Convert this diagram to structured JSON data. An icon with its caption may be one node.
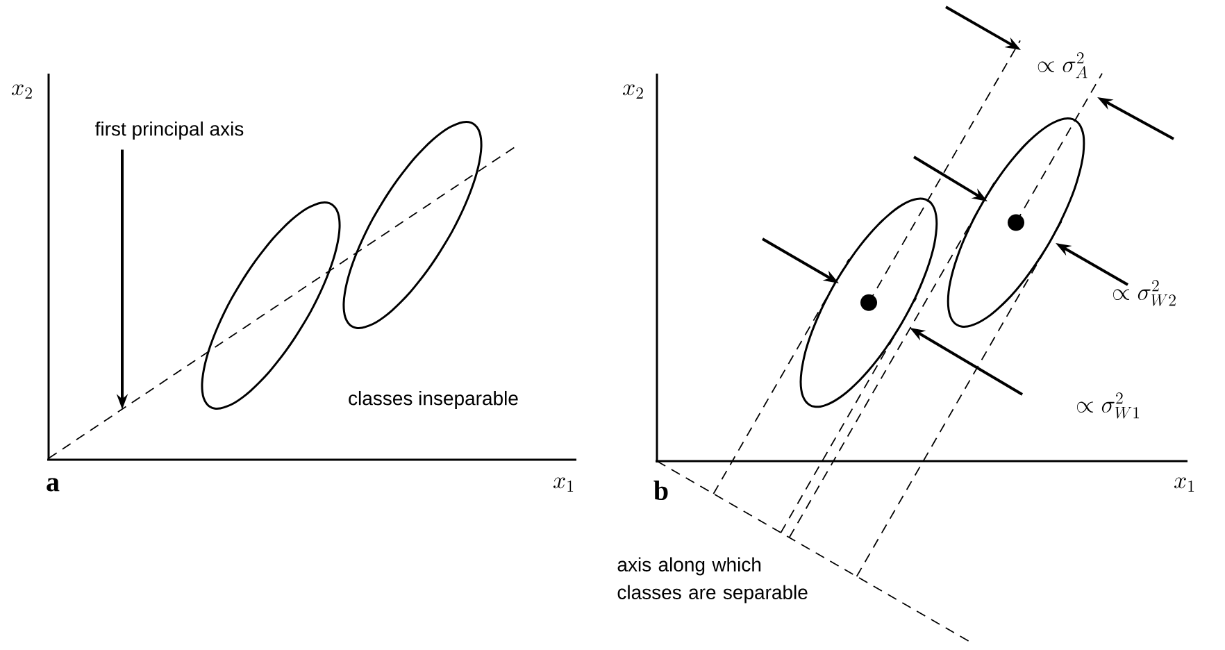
{
  "diagram": {
    "nodes": [
      {
        "text": [
          "first principal axis"
        ]
      },
      {
        "text": [],
        "shape": "line"
      }
    ],
    "edges": [
      {
        "from": 0,
        "to": 1,
        "arrow": "to"
      }
    ],
    "labels": [
      "x_2",
      "classes inseparable",
      "a",
      "x_1",
      "\\propto \\sigma_A^2",
      "x_2",
      "\\propto \\sigma_{W2}^2",
      "\\propto \\sigma_{W1}^2",
      "b",
      "x_1",
      "axis along which classes are separable"
    ]
  }
}
